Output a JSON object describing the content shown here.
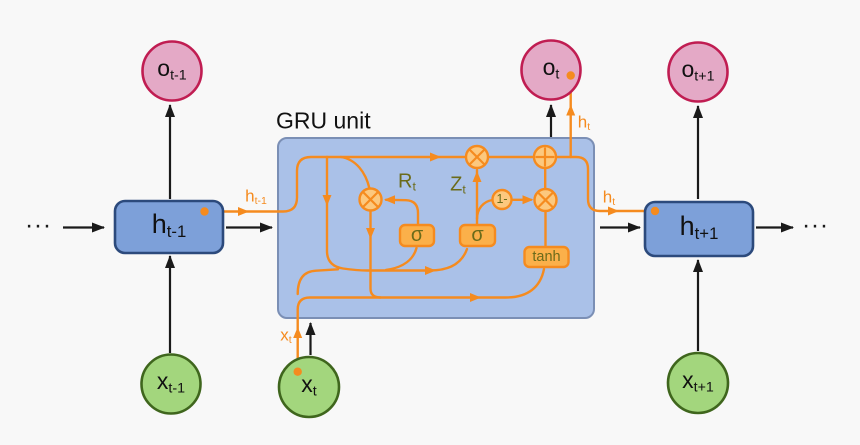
{
  "title": "GRU unit",
  "ellipses": {
    "left": "...",
    "right": "..."
  },
  "cells": {
    "h_prev": {
      "base": "h",
      "sub": "t-1"
    },
    "h_next": {
      "base": "h",
      "sub": "t+1"
    }
  },
  "outputs": {
    "o_prev": {
      "base": "o",
      "sub": "t-1"
    },
    "o_curr": {
      "base": "o",
      "sub": "t"
    },
    "o_next": {
      "base": "o",
      "sub": "t+1"
    }
  },
  "inputs": {
    "x_prev": {
      "base": "x",
      "sub": "t-1"
    },
    "x_curr": {
      "base": "x",
      "sub": "t"
    },
    "x_next": {
      "base": "x",
      "sub": "t+1"
    }
  },
  "wire_labels": {
    "h_prev_out": {
      "base": "h",
      "sub": "t-1"
    },
    "h_t_up": {
      "base": "h",
      "sub": "t"
    },
    "h_t_right": {
      "base": "h",
      "sub": "t"
    },
    "x_t_in": {
      "base": "x",
      "sub": "t"
    }
  },
  "gates": {
    "reset_label": {
      "base": "R",
      "sub": "t"
    },
    "update_label": {
      "base": "Z",
      "sub": "t"
    },
    "sigma_reset": "σ",
    "sigma_update": "σ",
    "tanh": "tanh",
    "one_minus": "1-"
  },
  "colors": {
    "background": "#f8f8f8",
    "orange": "#f58b1f",
    "node_fill": "#fcc87e",
    "gate_fill": "#fbb04a",
    "gru_box_fill": "#aac1e8",
    "gru_box_border": "#7b8fb5",
    "cell_fill": "#7da0d9",
    "cell_border": "#2c4a7c",
    "output_fill": "#e4a9c6",
    "output_border": "#c01d52",
    "input_fill": "#a3d67d",
    "input_border": "#3f661d",
    "gate_text": "#6b6b1a",
    "arrow_black": "#1a1a1a"
  }
}
